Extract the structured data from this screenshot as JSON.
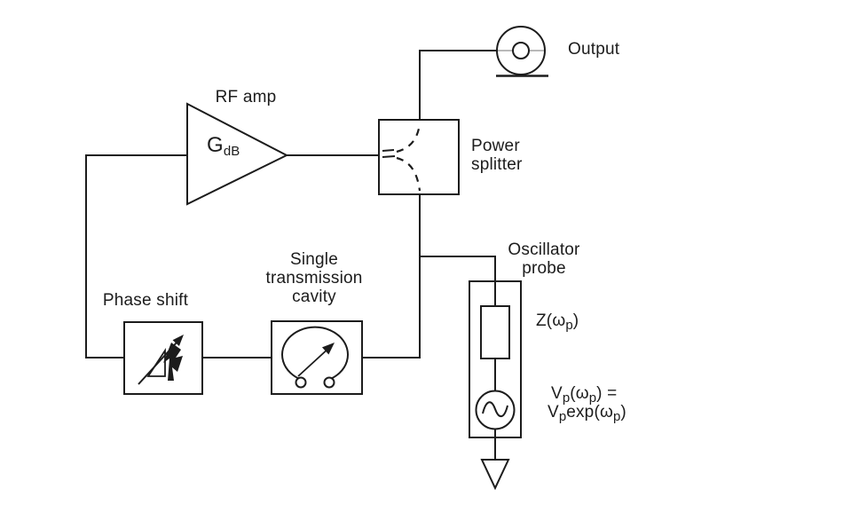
{
  "figure": {
    "title": "oscillator-feedback-loop-diagram",
    "colors": {
      "line": "#1c1c1c",
      "background": "#ffffff",
      "thin_line": "#8f8f8f"
    },
    "blocks": {
      "rf_amp": {
        "label": "RF amp",
        "gain_base": "G",
        "gain_sub": "dB"
      },
      "power_splitter": {
        "label_line1": "Power",
        "label_line2": "splitter"
      },
      "output": {
        "label": "Output"
      },
      "phase_shift": {
        "label": "Phase shift"
      },
      "cavity": {
        "label_line1": "Single",
        "label_line2": "transmission",
        "label_line3": "cavity"
      },
      "oscillator_probe": {
        "label_line1": "Oscillator",
        "label_line2": "probe",
        "impedance": {
          "pre": "Z(ω",
          "sub": "p",
          "post": ")"
        },
        "voltage_line1": {
          "p1": "V",
          "s1": "p",
          "p2": "(ω",
          "s2": "p",
          "p3": ") ="
        },
        "voltage_line2": {
          "p1": "V",
          "s1": "p",
          "p2": "exp(ω",
          "s2": "p",
          "p3": ")"
        }
      }
    }
  }
}
